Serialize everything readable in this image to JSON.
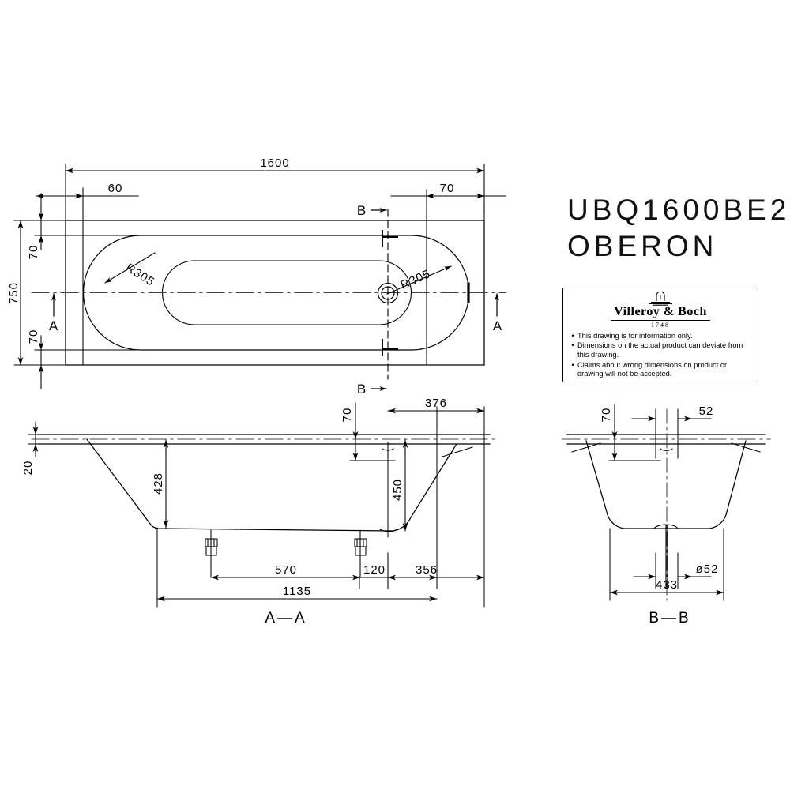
{
  "drawing": {
    "title_code": "UBQ1600BE2",
    "title_name": "OBERON",
    "views": {
      "plan": {
        "name": "plan-view"
      },
      "section_aa": {
        "label": "A—A"
      },
      "section_bb": {
        "label": "B—B"
      }
    }
  },
  "logo": {
    "brand": "Villeroy & Boch",
    "year": "1748",
    "notes": [
      "This drawing is for information only.",
      "Dimensions on the actual product can deviate from this drawing.",
      "Claims about wrong dimensions on product or drawing will not be accepted."
    ],
    "bullet": "•"
  },
  "dimensions": {
    "plan": {
      "overall_length": "1600",
      "overall_width": "750",
      "left_offset": "60",
      "right_offset": "70",
      "top_edge_offset": "70",
      "bottom_edge_offset": "70",
      "radius_left": "R305",
      "radius_right": "R305",
      "section_mark_a": "A",
      "section_mark_a2": "A",
      "section_mark_b": "B",
      "section_mark_b2": "B"
    },
    "section_aa": {
      "rim_thickness": "20",
      "depth_left": "428",
      "depth_right": "450",
      "drain_offset_top": "70",
      "drain_to_front": "376",
      "foot_span": "570",
      "foot_to_drain": "120",
      "drain_to_end": "356",
      "total_feet_span": "1135"
    },
    "section_bb": {
      "drain_offset_top": "70",
      "drain_offset_side": "52",
      "drain_diameter": "ø52",
      "bottom_width": "433"
    }
  },
  "colors": {
    "line": "#000000",
    "background": "#ffffff"
  }
}
